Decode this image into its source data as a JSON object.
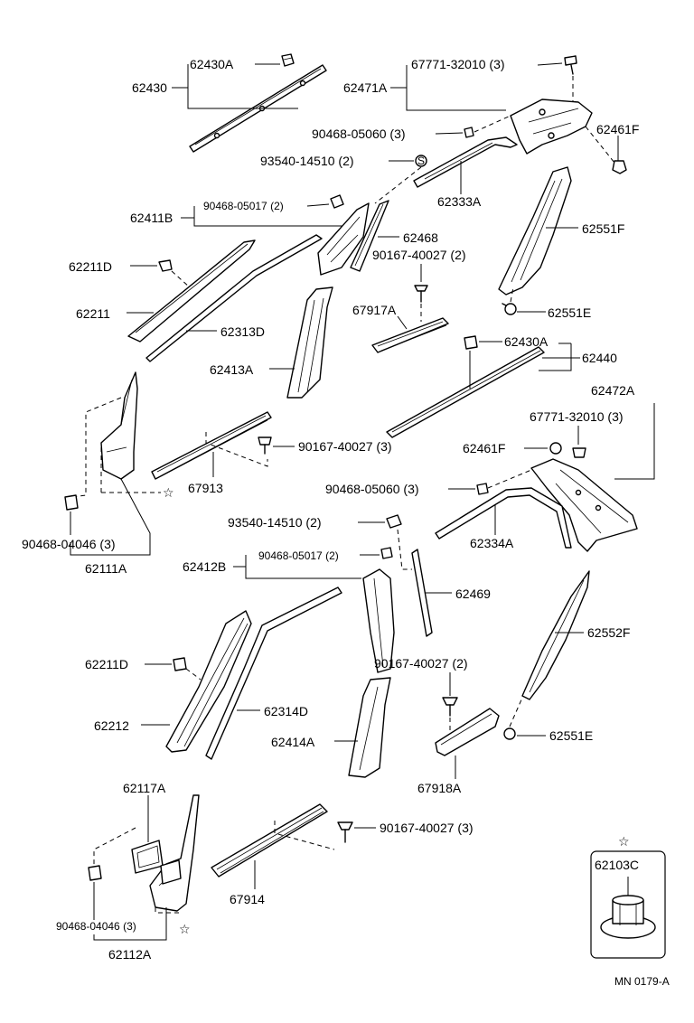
{
  "labels": {
    "p62430A_top": "62430A",
    "p62430": "62430",
    "p67771_32010_top": "67771-32010 (3)",
    "p62471A": "62471A",
    "p90468_05060_top": "90468-05060 (3)",
    "p62461F_top": "62461F",
    "p93540_14510_top": "93540-14510 (2)",
    "p62333A": "62333A",
    "p90468_05017_top": "90468-05017 (2)",
    "p62411B": "62411B",
    "p62468": "62468",
    "p62551F": "62551F",
    "p90167_40027_2_top": "90167-40027 (2)",
    "p62211D_top": "62211D",
    "p67917A": "67917A",
    "p62551E_top": "62551E",
    "p62211": "62211",
    "p62313D": "62313D",
    "p62430A_mid": "62430A",
    "p62440": "62440",
    "p62413A": "62413A",
    "p62472A": "62472A",
    "p67771_32010_mid": "67771-32010 (3)",
    "p62461F_mid": "62461F",
    "p90167_40027_3_mid": "90167-40027 (3)",
    "p67913": "67913",
    "p90468_05060_mid": "90468-05060 (3)",
    "p90468_04046_top": "90468-04046 (3)",
    "p62111A": "62111A",
    "p93540_14510_mid": "93540-14510 (2)",
    "p62334A": "62334A",
    "p62412B": "62412B",
    "p90468_05017_mid": "90468-05017 (2)",
    "p62469": "62469",
    "p62552F": "62552F",
    "p62211D_bot": "62211D",
    "p90167_40027_2_bot": "90167-40027 (2)",
    "p62314D": "62314D",
    "p62212": "62212",
    "p62414A": "62414A",
    "p62551E_bot": "62551E",
    "p67918A": "67918A",
    "p62117A": "62117A",
    "p90167_40027_3_bot": "90167-40027 (3)",
    "p62103C": "62103C",
    "p67914": "67914",
    "p90468_04046_bot": "90468-04046 (3)",
    "p62112A": "62112A",
    "clip_mark": "S",
    "star": "☆"
  },
  "footer": {
    "code": "MN  0179-A"
  }
}
